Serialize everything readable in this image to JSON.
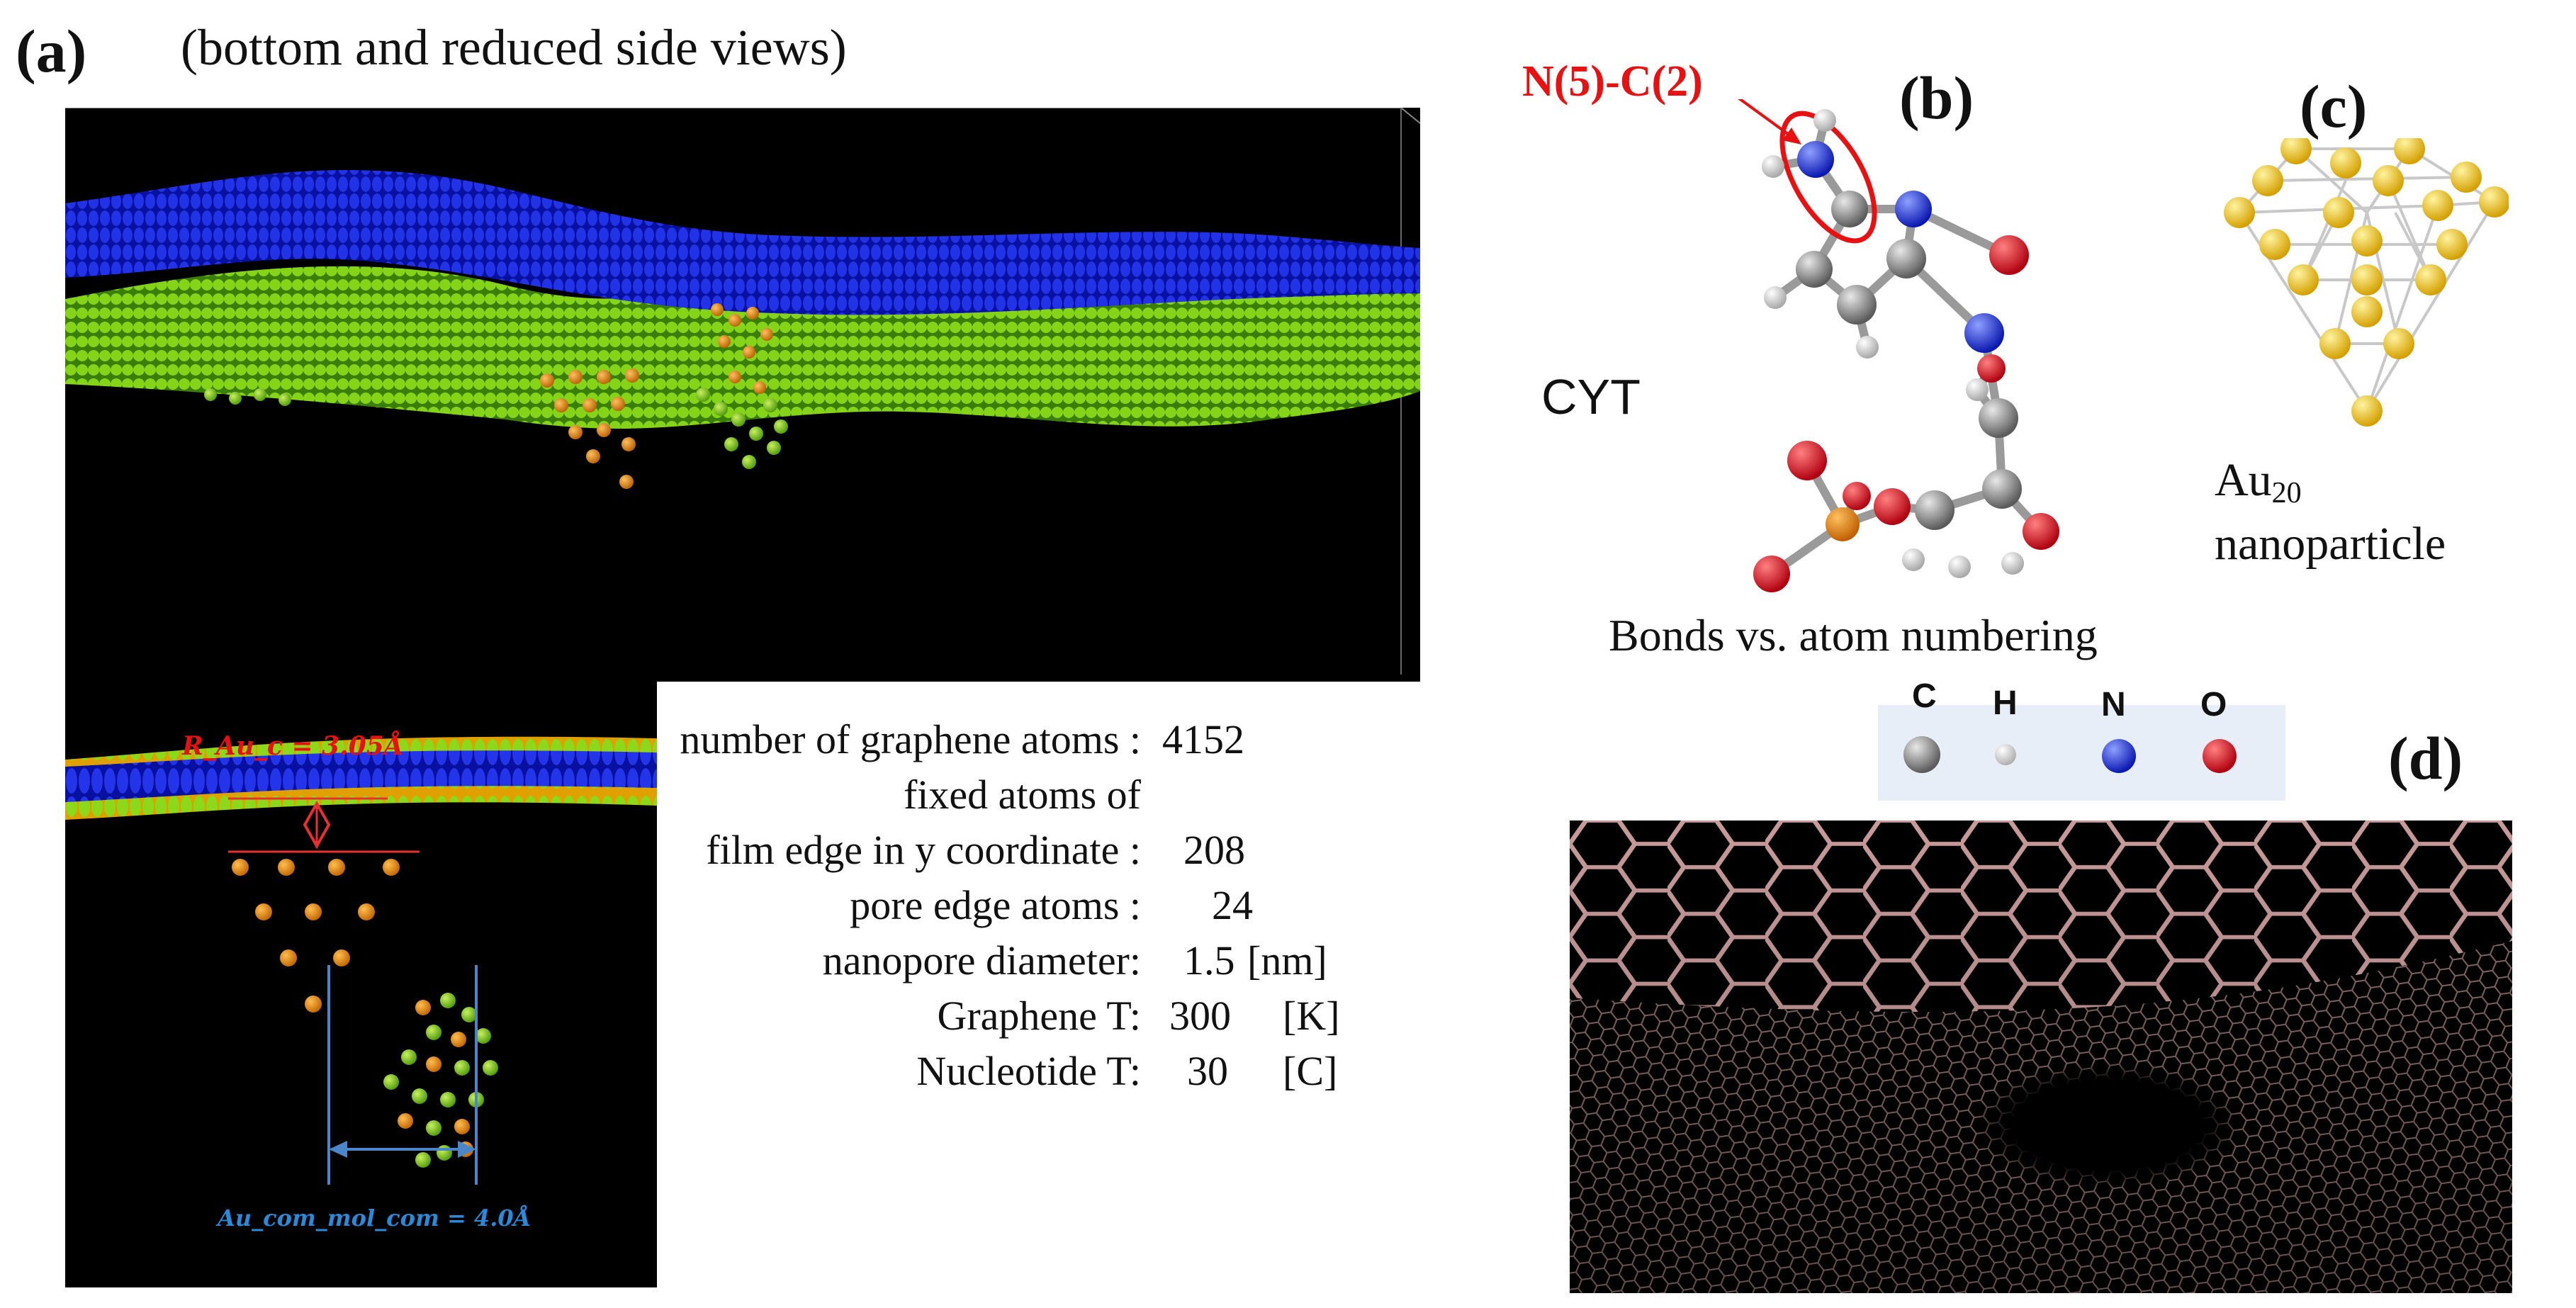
{
  "labels": {
    "a": "(a)",
    "a_caption": "(bottom and reduced side views)",
    "b": "(b)",
    "c": "(c)",
    "d": "(d)"
  },
  "annotations": {
    "bond_label": "N(5)-C(2)",
    "molecule_name": "CYT",
    "bonds_caption": "Bonds vs. atom numbering",
    "au_label_base": "Au",
    "au_label_sub": "20",
    "au_label_line2": "nanoparticle",
    "r_au_c": "R_Au_c = 3.05Å",
    "au_com_mol_com": "Au_com_mol_com = 4.0Å"
  },
  "parameters": [
    {
      "label": "number of graphene atoms :",
      "value": "4152",
      "unit": ""
    },
    {
      "label": "fixed atoms of",
      "value": "",
      "unit": ""
    },
    {
      "label": "film edge in y coordinate :",
      "value": "208",
      "unit": ""
    },
    {
      "label": "pore edge atoms :",
      "value": "24",
      "unit": ""
    },
    {
      "label": "nanopore diameter:",
      "value": "1.5",
      "unit": "[nm]"
    },
    {
      "label": "Graphene T:",
      "value": "300",
      "unit": "[K]"
    },
    {
      "label": "Nucleotide  T:",
      "value": "30",
      "unit": "[C]"
    }
  ],
  "legend": [
    {
      "letter": "C",
      "color": "#808080"
    },
    {
      "letter": "H",
      "color": "#d8d8d8"
    },
    {
      "letter": "N",
      "color": "#1a2fd8"
    },
    {
      "letter": "O",
      "color": "#e01020"
    }
  ],
  "colors": {
    "nitrogen_layer": "#1020d0",
    "carbon_layer": "#7ccc10",
    "gold": "#e8900a",
    "au_yellow": "#f0c818",
    "highlight_red": "#e01010",
    "measure_blue": "#4a86c8",
    "graphene_mesh": "#c89a9a"
  }
}
